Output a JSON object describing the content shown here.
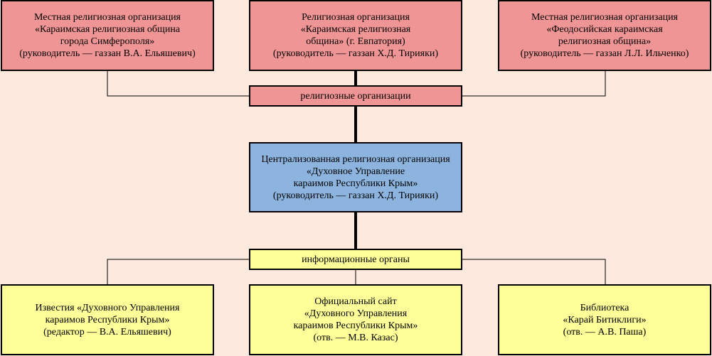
{
  "top_organizations": [
    {
      "text": "Местная религиозная организация\n«Караимская религиозная община\nгорода Симферополя»\n(руководитель — газзан В.А. Ельяшевич)"
    },
    {
      "text": "Религиозная организация\n«Караимская религиозная\nобщина» (г. Евпатория)\n(руководитель — газзан Х.Д. Тирияки)"
    },
    {
      "text": "Местная религиозная организация\n«Феодосийская караимская\nрелигиозная община»\n(руководитель — газзан Л.Л. Ильченко)"
    }
  ],
  "religious_orgs_label": "религиозные организации",
  "central_organization": "Централизованная религиозная организация\n«Духовное Управление\nкараимов Республики Крым»\n(руководитель — газзан Х.Д. Тирияки)",
  "info_organs_label": "информационные органы",
  "bottom_organs": [
    {
      "text": "Известия «Духовного Управления\nкараимов Республики Крым»\n(редактор — В.А. Ельяшевич)"
    },
    {
      "text": "Официальный сайт\n«Духовного Управления\nкараимов Республики Крым»\n(отв. — М.В. Казас)"
    },
    {
      "text": "Библиотека\n«Карай Битиклиги»\n(отв. — А.В. Паша)"
    }
  ],
  "colors": {
    "background": "#fde9dd",
    "organization_fill": "#f09595",
    "central_fill": "#8db4de",
    "info_fill": "#ffff99",
    "border": "#000000"
  }
}
